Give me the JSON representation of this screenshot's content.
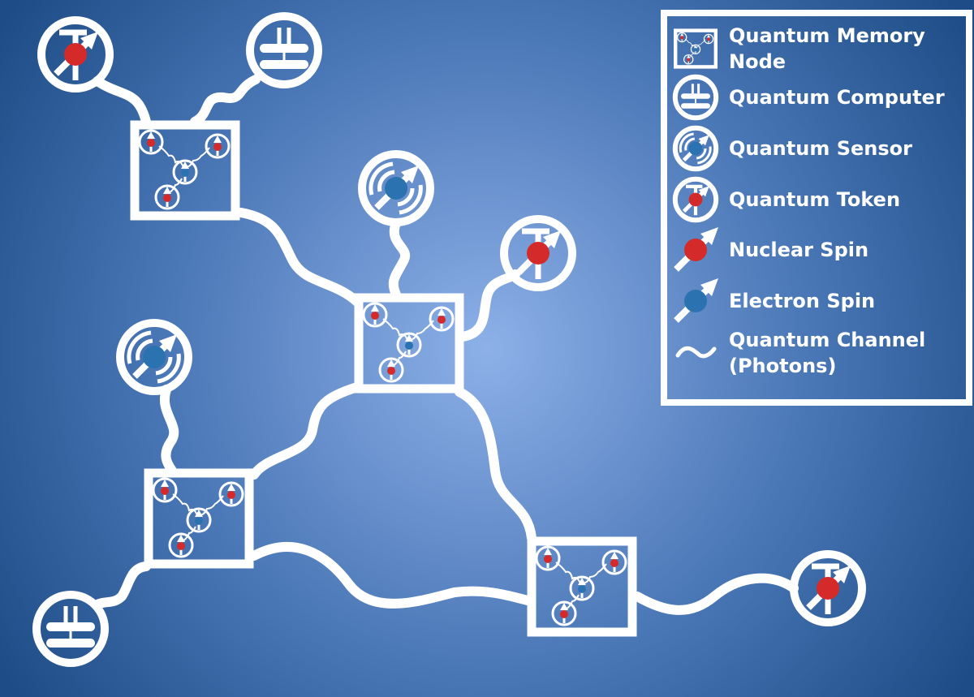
{
  "colors": {
    "background_center": "#8db0e8",
    "background_edge": "#1d4c86",
    "nuclear_spin": "#d42a2a",
    "electron_spin": "#2a73b0",
    "line": "#ffffff"
  },
  "legend": {
    "items": [
      {
        "icon": "memory-node-icon",
        "lines": [
          "Quantum Memory",
          "Node"
        ]
      },
      {
        "icon": "quantum-computer-icon",
        "lines": [
          "Quantum Computer"
        ]
      },
      {
        "icon": "quantum-sensor-icon",
        "lines": [
          "Quantum Sensor"
        ]
      },
      {
        "icon": "quantum-token-icon",
        "lines": [
          "Quantum Token"
        ]
      },
      {
        "icon": "nuclear-spin-icon",
        "lines": [
          "Nuclear Spin"
        ]
      },
      {
        "icon": "electron-spin-icon",
        "lines": [
          "Electron Spin"
        ]
      },
      {
        "icon": "quantum-channel-icon",
        "lines": [
          "Quantum Channel",
          "(Photons)"
        ]
      }
    ]
  }
}
